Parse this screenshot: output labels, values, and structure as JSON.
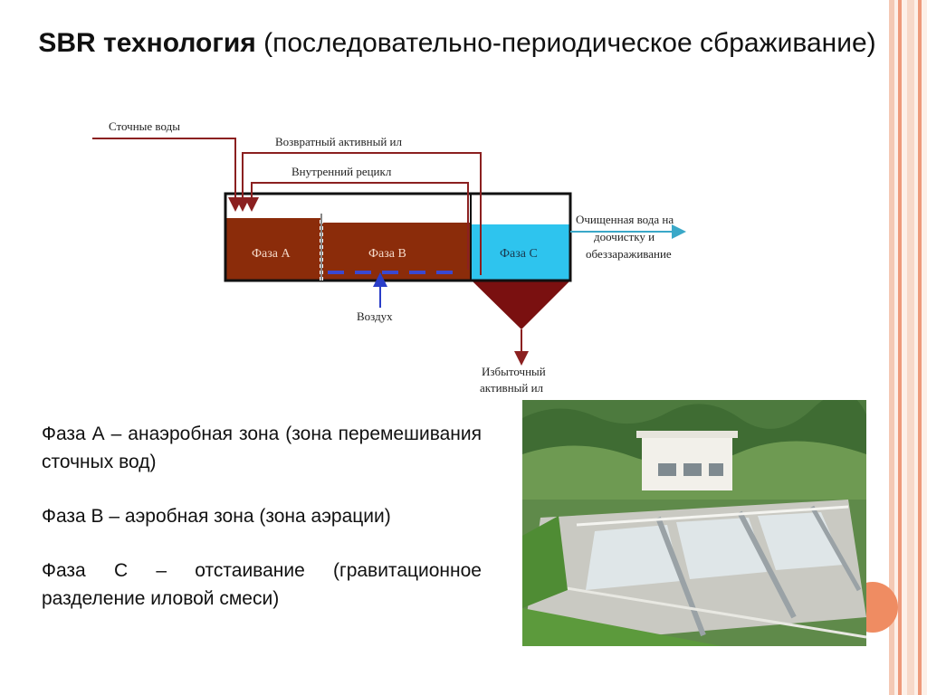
{
  "slide": {
    "title_bold": "SBR технология",
    "title_rest": " (последовательно-периодическое сбраживание)"
  },
  "diagram": {
    "labels": {
      "wastewater": "Сточные воды",
      "return_sludge": "Возвратный активный ил",
      "internal_recycle": "Внутренний рецикл",
      "phase_a": "Фаза А",
      "phase_b": "Фаза В",
      "phase_c": "Фаза С",
      "treated_line1": "Очищенная вода на",
      "treated_line2": "доочистку и",
      "treated_line3": "обеззараживание",
      "air": "Воздух",
      "excess_line1": "Избыточный",
      "excess_line2": "активный ил"
    },
    "colors": {
      "sludge": "#8b2c0a",
      "water": "#2ec4ee",
      "pipe": "#8b2020",
      "air": "#2a3ec8",
      "treated_arrow": "#3aa8c8"
    }
  },
  "bullets": {
    "items": [
      "Фаза А – анаэробная зона (зона перемешивания сточных вод)",
      "Фаза В – аэробная зона (зона аэрации)",
      "Фаза С – отстаивание (гравитационное разделение иловой смеси)"
    ]
  },
  "theme": {
    "stripe_colors": [
      "#f7d8c8",
      "#ef9a7c",
      "#fbe6da"
    ],
    "accent": "#ef8c62"
  }
}
